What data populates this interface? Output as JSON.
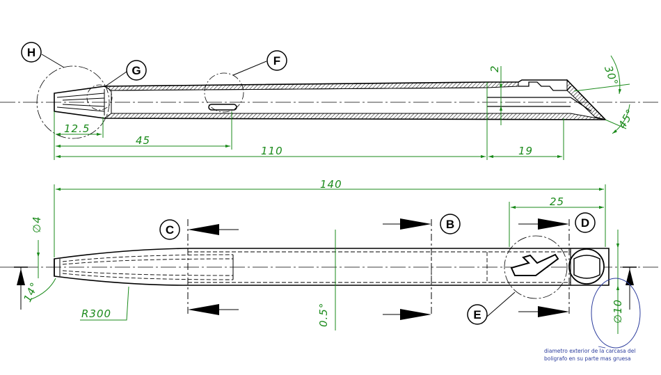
{
  "callouts": {
    "h": "H",
    "g": "G",
    "f": "F",
    "c": "C",
    "b": "B",
    "d": "D",
    "e": "E"
  },
  "dimensions": {
    "d12_5": "12.5",
    "d45": "45",
    "d110": "110",
    "d19": "19",
    "d2": "2",
    "a30": "30°",
    "a45": "45°",
    "d140": "140",
    "d25": "25",
    "phi4": "∅4",
    "a14": "14°",
    "r300": "R300",
    "a0_5": "0.5°",
    "phi10": "∅10"
  },
  "note": {
    "line1": "diametro exterior de la carcasa del",
    "line2": "boligrafo en su parte mas gruesa"
  },
  "colors": {
    "dimension": "#1a8a1a",
    "outline": "#000000",
    "note": "#2a3b9c"
  }
}
